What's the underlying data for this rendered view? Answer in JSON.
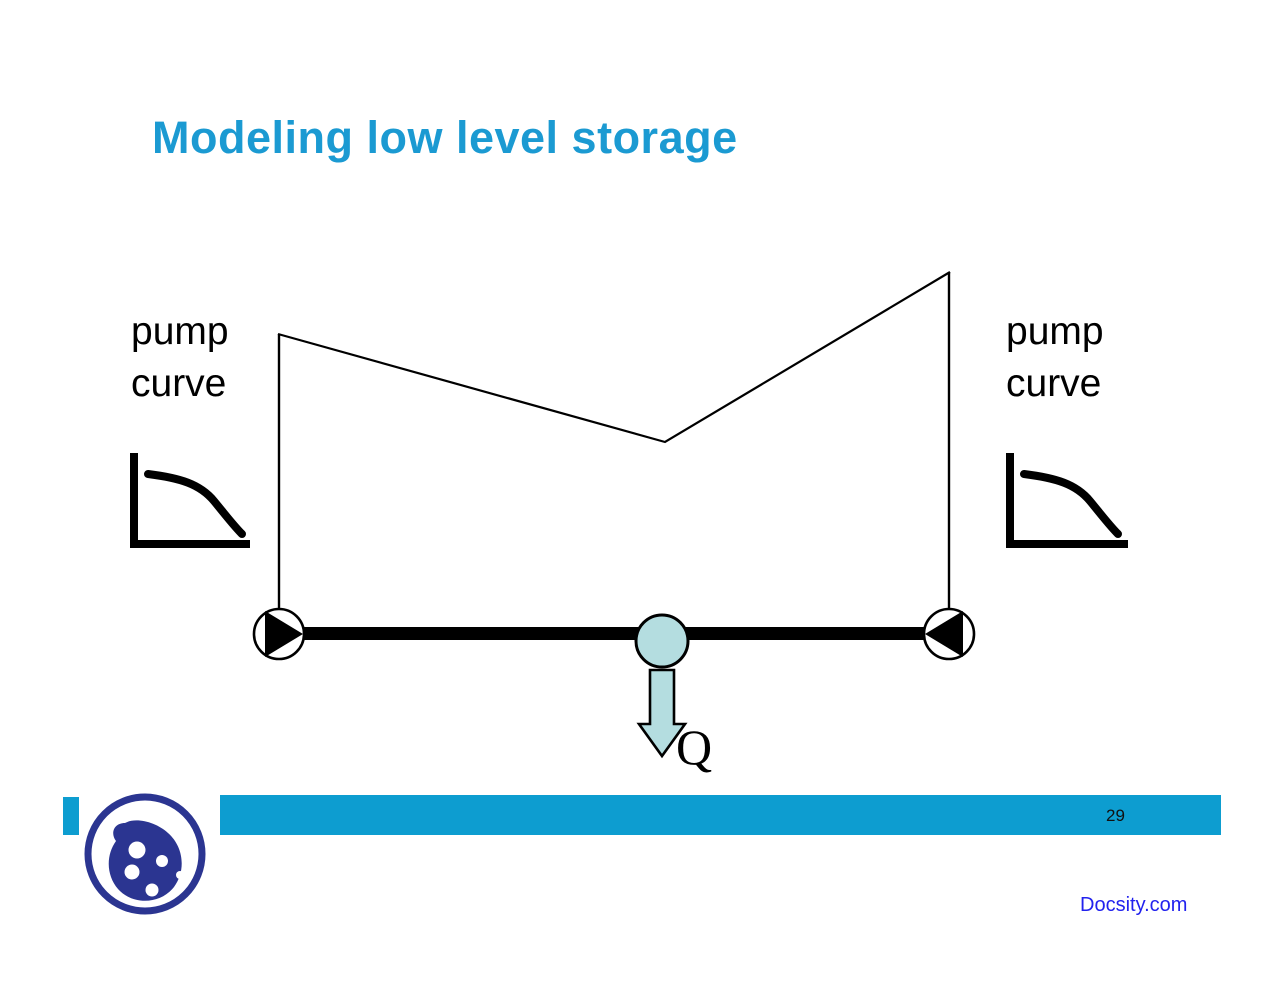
{
  "slide": {
    "title": "Modeling low level storage",
    "page_number": "29",
    "brand": "Docsity.com",
    "accent_color": "#0d9dd0",
    "title_color": "#1b9ad2",
    "brand_color": "#2222ee",
    "logo_color": "#2b3591",
    "node_fill_color": "#b4dde0",
    "line_color": "#000000",
    "background_color": "#ffffff"
  },
  "diagram": {
    "left_pump_curve_label": "pump\ncurve",
    "right_pump_curve_label": "pump\ncurve",
    "flow_label": "Q",
    "left_pump_name": "pump-symbol-left",
    "right_pump_name": "pump-symbol-right",
    "junction_name": "demand-node",
    "pipe_name": "transmission-main",
    "tank_name": "hydraulic-grade-line"
  },
  "chart_data": [
    {
      "type": "line",
      "name": "left-pump-curve",
      "title": "pump curve",
      "xlabel": "",
      "ylabel": "",
      "grid": false,
      "legend": "none",
      "x": [
        0,
        20,
        40,
        60,
        80,
        100
      ],
      "y": [
        88,
        85,
        80,
        68,
        48,
        26
      ],
      "xlim": [
        0,
        110
      ],
      "ylim": [
        0,
        100
      ]
    },
    {
      "type": "line",
      "name": "right-pump-curve",
      "title": "pump curve",
      "xlabel": "",
      "ylabel": "",
      "grid": false,
      "legend": "none",
      "x": [
        0,
        20,
        40,
        60,
        80,
        100
      ],
      "y": [
        88,
        85,
        80,
        68,
        48,
        26
      ],
      "xlim": [
        0,
        110
      ],
      "ylim": [
        0,
        100
      ]
    },
    {
      "type": "line",
      "name": "hydraulic-grade-line",
      "title": "",
      "xlabel": "",
      "ylabel": "",
      "grid": false,
      "legend": "none",
      "x": [
        278,
        665,
        950
      ],
      "y": [
        334,
        442,
        272
      ],
      "xlim": [
        278,
        950
      ],
      "ylim": [
        272,
        442
      ]
    }
  ]
}
